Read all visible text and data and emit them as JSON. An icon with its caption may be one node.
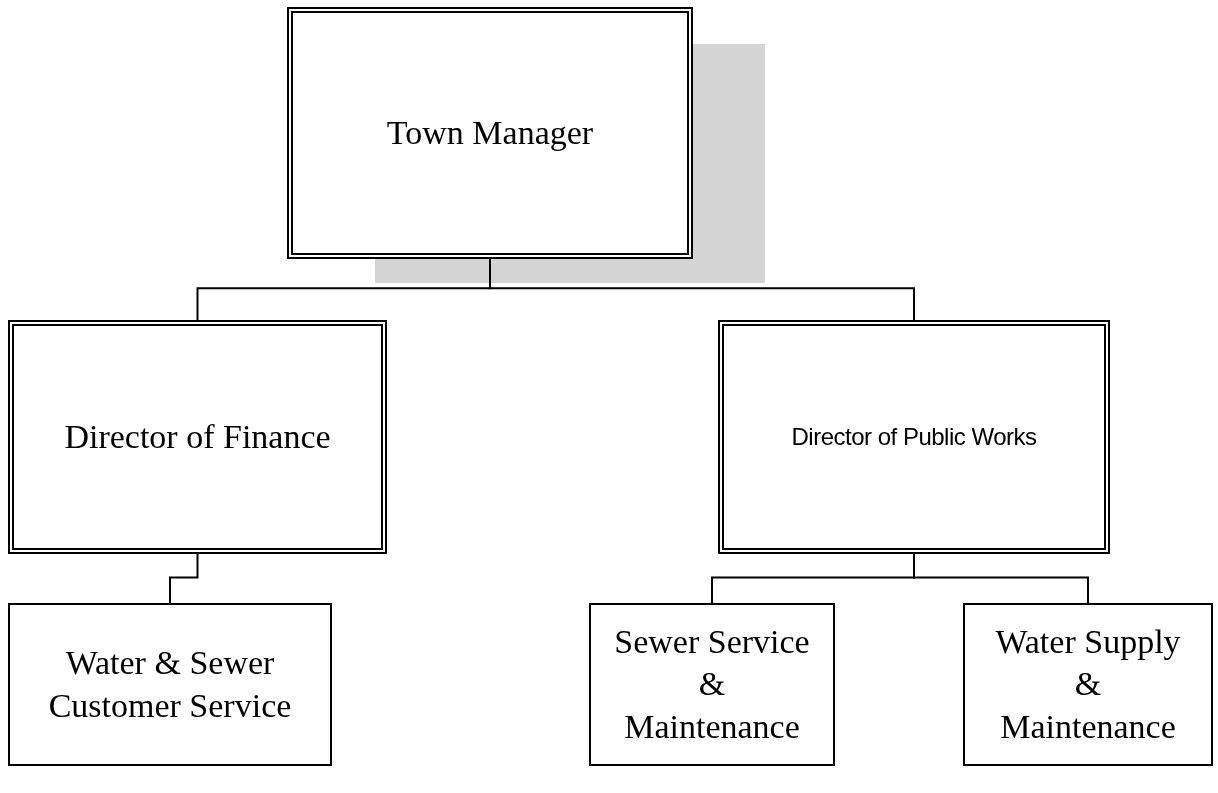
{
  "diagram": {
    "nodes": [
      {
        "text": [
          "Town Manager"
        ]
      },
      {
        "text": [
          "Director of Finance"
        ]
      },
      {
        "text": [
          "Director of Public Works"
        ]
      },
      {
        "text": [
          "Water & Sewer Customer Service"
        ]
      },
      {
        "text": [
          "Sewer Service & Maintenance"
        ]
      },
      {
        "text": [
          "Water Supply & Maintenance"
        ]
      }
    ],
    "edges": [
      {
        "from": 0,
        "to": 1,
        "arrow": "none"
      },
      {
        "from": 0,
        "to": 2,
        "arrow": "none"
      },
      {
        "from": 1,
        "to": 3,
        "arrow": "none"
      },
      {
        "from": 2,
        "to": 4,
        "arrow": "none"
      },
      {
        "from": 2,
        "to": 5,
        "arrow": "none"
      }
    ]
  }
}
